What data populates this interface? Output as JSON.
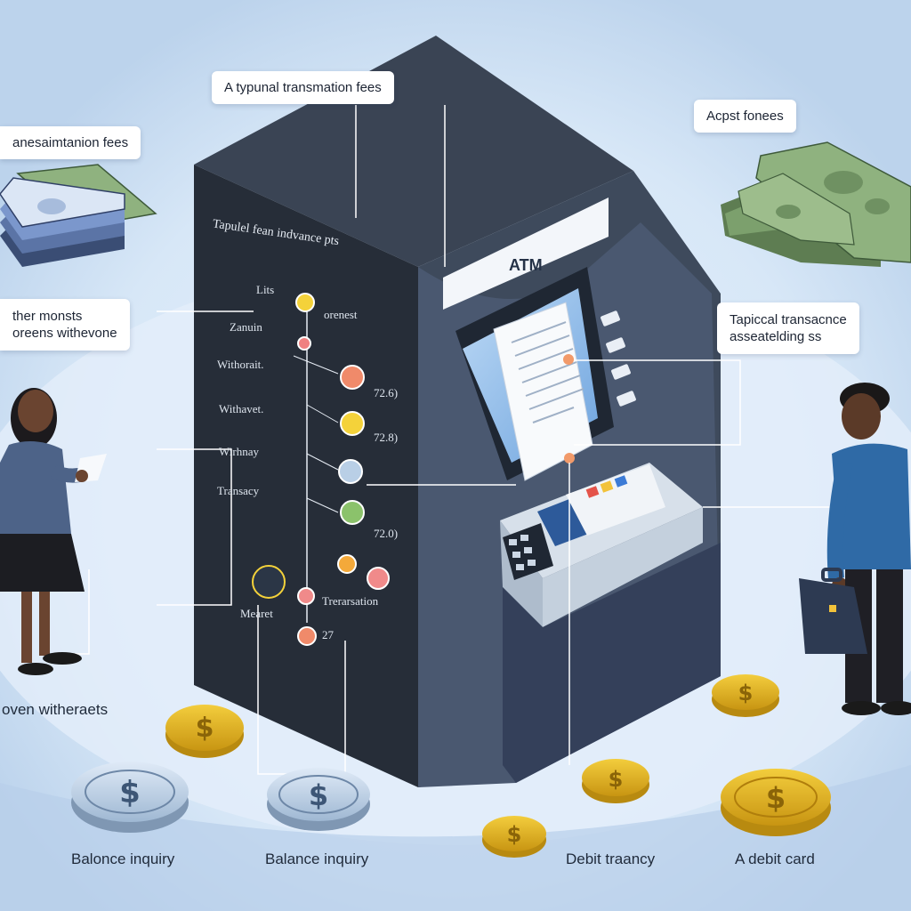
{
  "callouts": {
    "top_center": "A typunal transmation fees",
    "top_left": "anesaimtanion fees",
    "top_right": "Acpst fonees",
    "mid_left": [
      "ther monsts",
      "oreens withevone"
    ],
    "mid_right": [
      "Tapiccal transacnce",
      "asseatelding ss"
    ]
  },
  "atm": {
    "label": "ATM",
    "panel_title": "Tapulel fean indvance pts",
    "panel_rows": [
      {
        "left": "Lits",
        "right": "orenest"
      },
      {
        "left": "Zanuin",
        "right": ""
      },
      {
        "left": "Withorait.",
        "right": "72.6)"
      },
      {
        "left": "Withavet.",
        "right": "72.8)"
      },
      {
        "left": "Wirhnay",
        "right": ""
      },
      {
        "left": "Transacy",
        "right": "72.0)"
      },
      {
        "left": "Mearet",
        "right": "Trerarsation"
      },
      {
        "left": "",
        "right": "27"
      }
    ]
  },
  "captions": {
    "left_person": "oven witheraets",
    "coin_1": "Balonce inquiry",
    "coin_2": "Balance inquiry",
    "coin_3": "Debit traancy",
    "coin_4": "A debit card"
  },
  "colors": {
    "background": "#cfe1f3",
    "atm_body": "#2f3745",
    "coin_gold": "#e5b526",
    "coin_silver": "#b9cfe6",
    "cash_green": "#8fb27f"
  }
}
